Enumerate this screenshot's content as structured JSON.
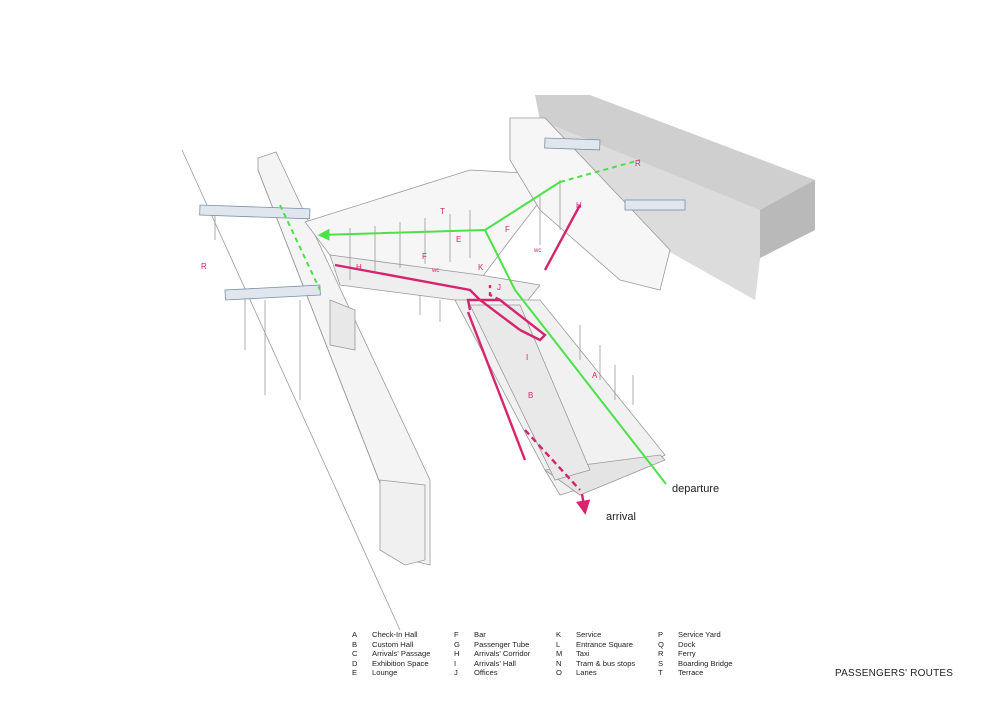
{
  "title": "PASSENGERS' ROUTES",
  "route_labels": {
    "departure": "departure",
    "arrival": "arrival"
  },
  "colors": {
    "departure_route": "#4ee04a",
    "arrival_route": "#d6246e",
    "structure": "#9a9a9a",
    "dock": "#c8c8c8",
    "label": "#d6246e"
  },
  "plan_labels": {
    "A": "A",
    "B": "B",
    "E": "E",
    "F": "F",
    "H": "H",
    "I": "I",
    "J": "J",
    "K": "K",
    "R": "R",
    "T": "T",
    "WC": "wc"
  },
  "legend": [
    [
      {
        "letter": "A",
        "name": "Check-In Hall"
      },
      {
        "letter": "B",
        "name": "Custom Hall"
      },
      {
        "letter": "C",
        "name": "Arrivals' Passage"
      },
      {
        "letter": "D",
        "name": "Exhibition Space"
      },
      {
        "letter": "E",
        "name": "Lounge"
      }
    ],
    [
      {
        "letter": "F",
        "name": "Bar"
      },
      {
        "letter": "G",
        "name": "Passenger Tube"
      },
      {
        "letter": "H",
        "name": "Arrivals' Corridor"
      },
      {
        "letter": "I",
        "name": "Arrivals' Hall"
      },
      {
        "letter": "J",
        "name": "Offices"
      }
    ],
    [
      {
        "letter": "K",
        "name": "Service"
      },
      {
        "letter": "L",
        "name": "Entrance Square"
      },
      {
        "letter": "M",
        "name": "Taxi"
      },
      {
        "letter": "N",
        "name": "Tram & bus stops"
      },
      {
        "letter": "O",
        "name": "Lanes"
      }
    ],
    [
      {
        "letter": "P",
        "name": "Service Yard"
      },
      {
        "letter": "Q",
        "name": "Dock"
      },
      {
        "letter": "R",
        "name": "Ferry"
      },
      {
        "letter": "S",
        "name": "Boarding Bridge"
      },
      {
        "letter": "T",
        "name": "Terrace"
      }
    ]
  ]
}
